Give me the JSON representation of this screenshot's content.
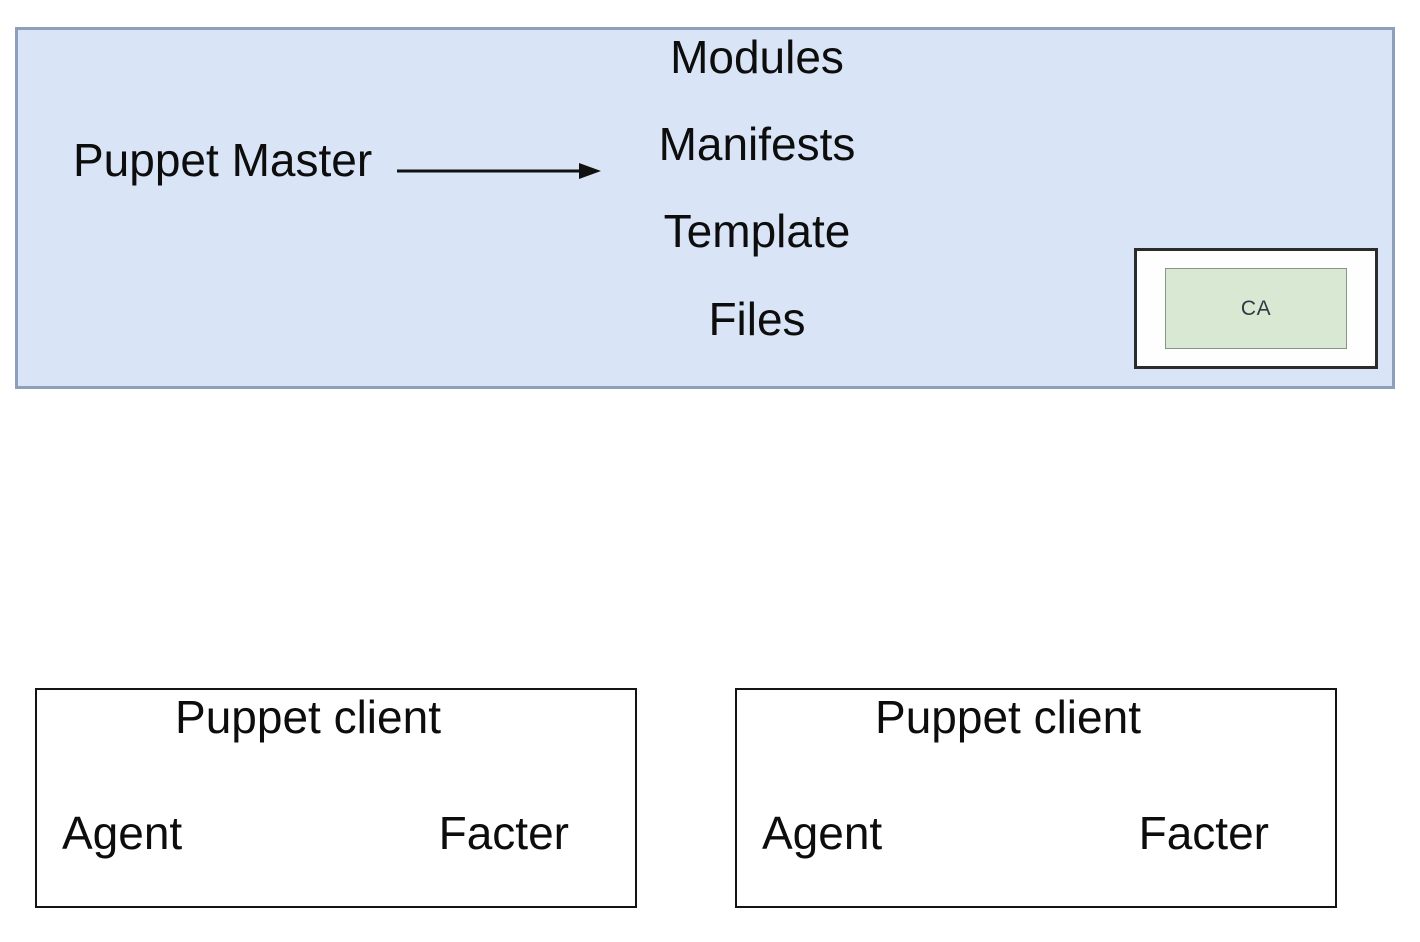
{
  "diagram": {
    "master_box": {
      "label": "Puppet Master",
      "items": [
        "Modules",
        "Manifests",
        "Template",
        "Files"
      ],
      "ca": {
        "label": "CA"
      },
      "colors": {
        "fill": "#d9e5f6",
        "border": "#8da0bb",
        "ca_outer_border": "#2b2b2b",
        "ca_fill": "#d9e8d2",
        "ca_border": "#879787"
      }
    },
    "client_boxes": [
      {
        "title": "Puppet client",
        "left_label": "Agent",
        "right_label": "Facter"
      },
      {
        "title": "Puppet client",
        "left_label": "Agent",
        "right_label": "Facter"
      }
    ],
    "arrow_color": "#111111",
    "text_color": "#111111"
  }
}
